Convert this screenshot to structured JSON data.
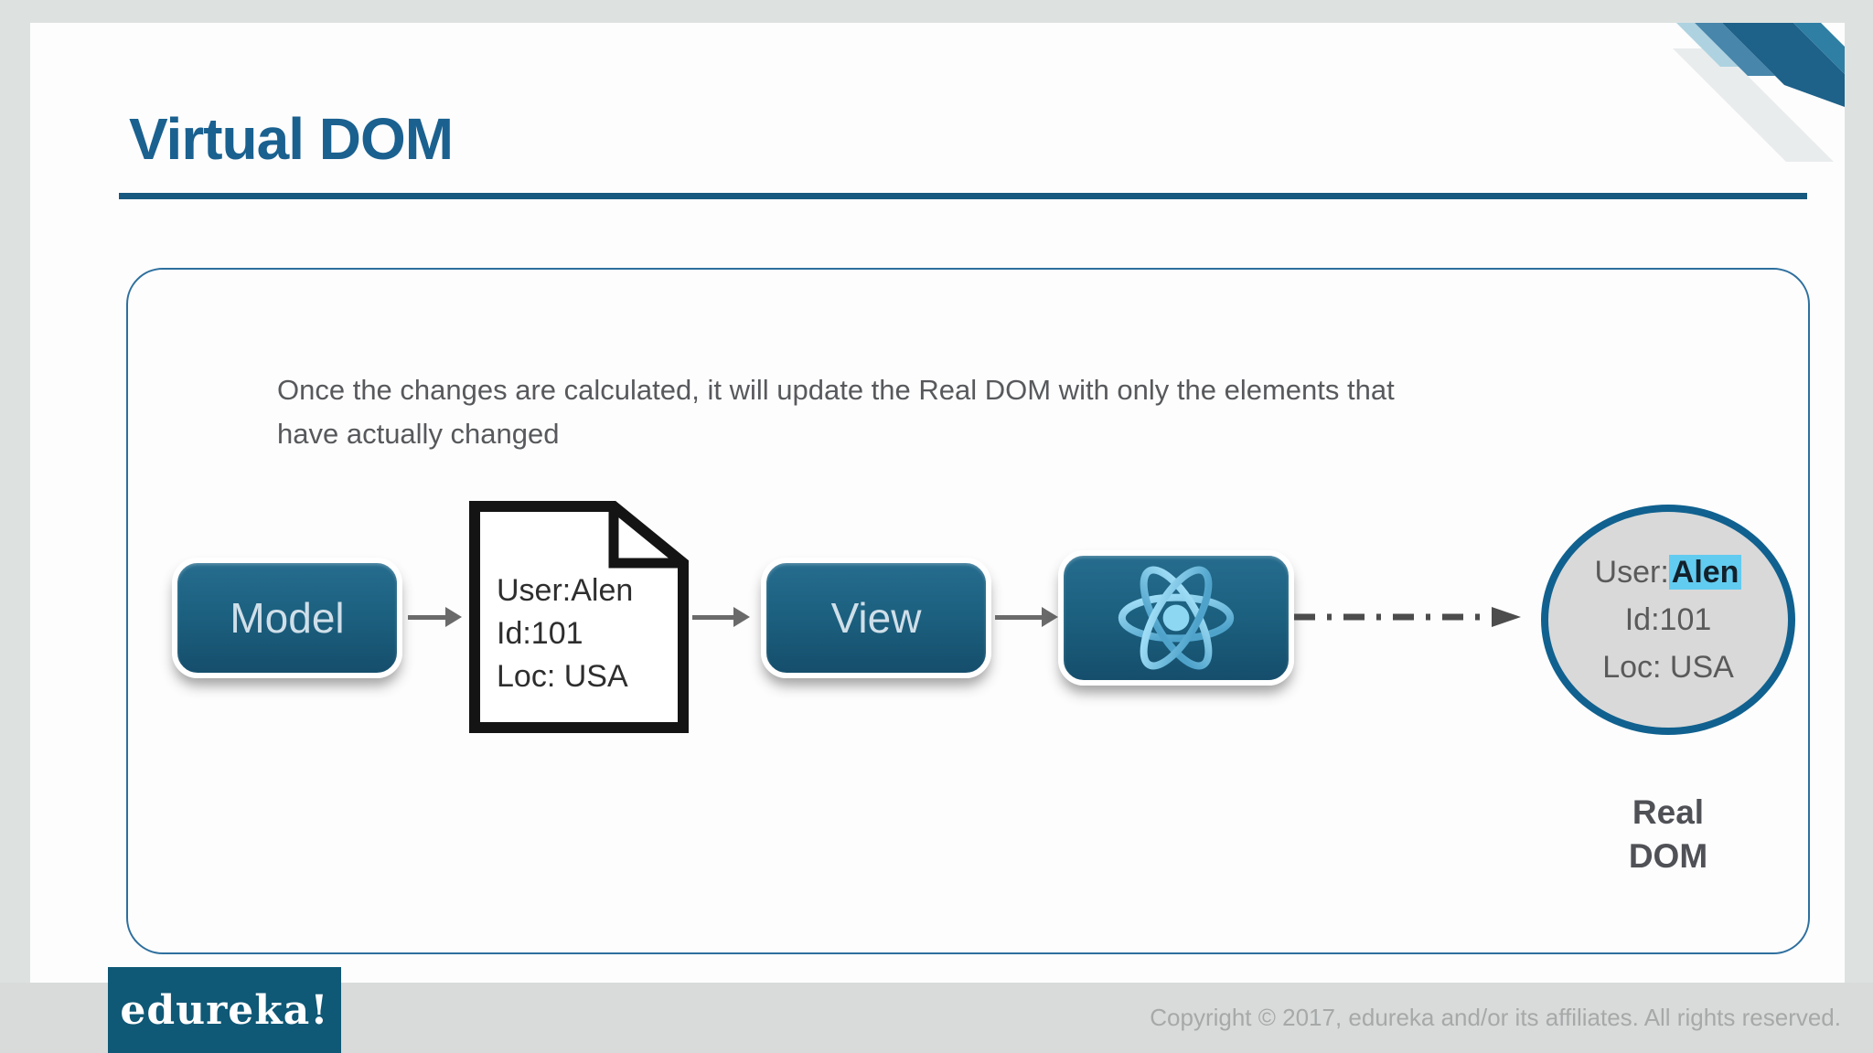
{
  "slide": {
    "title": "Virtual DOM",
    "description_line1": "Once the changes are calculated, it will update the Real DOM with only the elements that",
    "description_line2": "have actually changed"
  },
  "diagram": {
    "model_label": "Model",
    "view_label": "View",
    "react_icon": "react-logo-icon",
    "document": {
      "lines": [
        "User:Alen",
        "Id:101",
        "Loc: USA"
      ]
    },
    "real_dom": {
      "user_prefix": "User:",
      "user_name": "Alen",
      "id_line": "Id:101",
      "loc_line": "Loc: USA",
      "label_line1": "Real",
      "label_line2": "DOM"
    }
  },
  "footer": {
    "logo_text": "edureka!",
    "copyright": "Copyright © 2017, edureka and/or its affiliates. All rights reserved."
  },
  "colors": {
    "accent_blue": "#1a6190",
    "node_fill": "#1c607f",
    "circle_border": "#10618f",
    "highlight_cyan": "#62ccf0",
    "logo_bg": "#0f5876"
  }
}
